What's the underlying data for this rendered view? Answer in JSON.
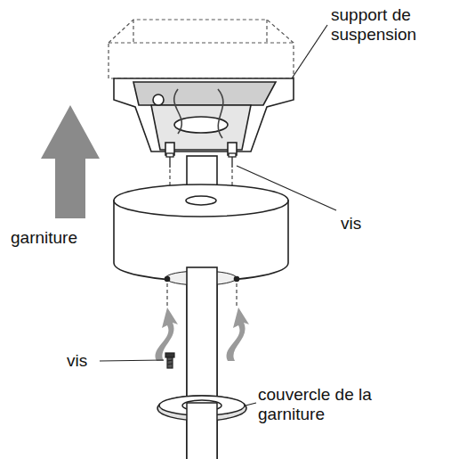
{
  "diagram": {
    "labels": [
      "support de suspension",
      "vis",
      "garniture",
      "vis",
      "couvercle de la garniture"
    ]
  }
}
